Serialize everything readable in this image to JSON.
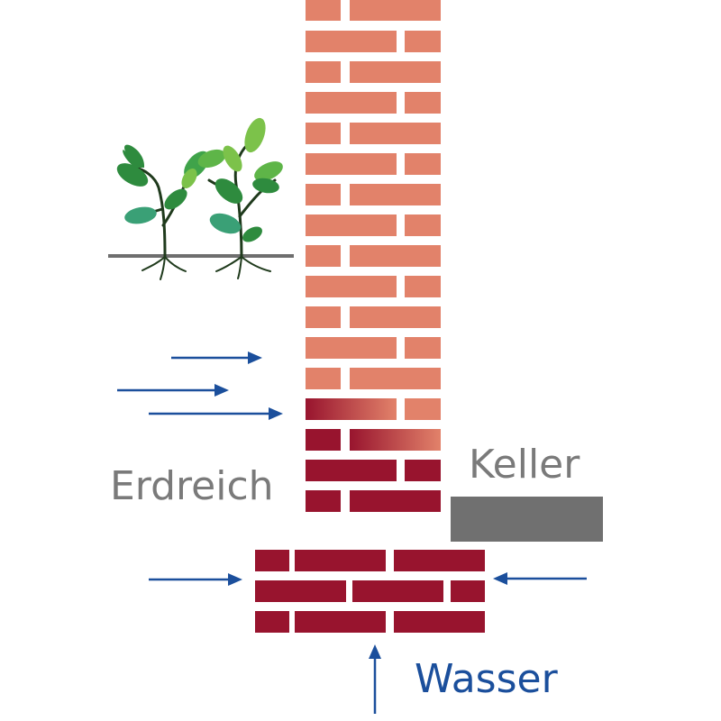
{
  "labels": {
    "soil": "Erdreich",
    "cellar": "Keller",
    "water": "Wasser"
  },
  "colors": {
    "dry_brick": "#e2826a",
    "wet_brick": "#98142e",
    "arrow": "#1b4f9c",
    "ground_line": "#6e6e6e",
    "cellar_floor": "#707070",
    "label_gray": "#7a7a7a",
    "leaf_dark": "#2e8b3e",
    "leaf_light": "#7cc24a",
    "stem": "#1f3a1c"
  },
  "icons": [
    "plant-icon",
    "arrow-right-icon",
    "arrow-left-icon",
    "arrow-up-icon"
  ]
}
